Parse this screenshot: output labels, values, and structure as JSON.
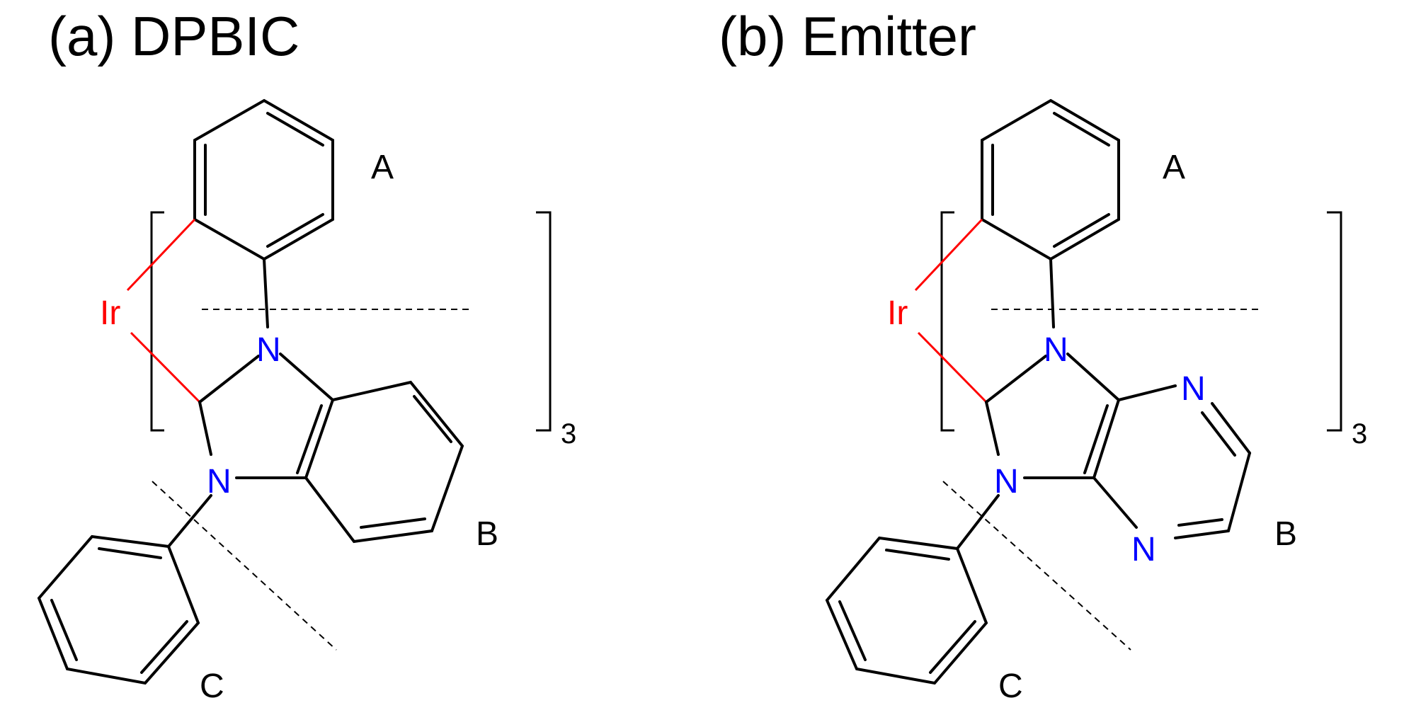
{
  "panels": [
    {
      "title": "(a) DPBIC",
      "metal": "Ir",
      "nitrogen": "N",
      "ring_labels": {
        "a": "A",
        "b": "B",
        "c": "C"
      },
      "subscript": "3"
    },
    {
      "title": "(b) Emitter",
      "metal": "Ir",
      "nitrogen": "N",
      "ring_labels": {
        "a": "A",
        "b": "B",
        "c": "C"
      },
      "subscript": "3"
    }
  ],
  "colors": {
    "metal": "#ff0000",
    "nitrogen": "#0000ff",
    "bonds": "#000000"
  }
}
